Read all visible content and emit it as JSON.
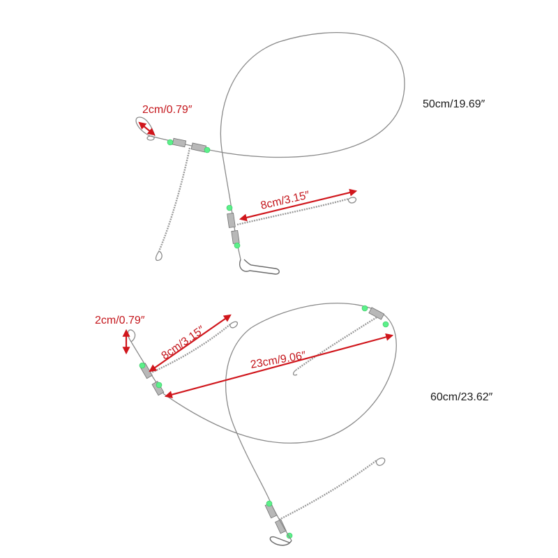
{
  "top_rig": {
    "loop_length_label": "2cm/0.79″",
    "branch_length_label": "8cm/3.15″",
    "total_length_label": "50cm/19.69″"
  },
  "bottom_rig": {
    "loop_length_label": "2cm/0.79″",
    "branch_length_label": "8cm/3.15″",
    "span_length_label": "23cm/9.06″",
    "total_length_label": "60cm/23.62″"
  },
  "colors": {
    "dimension_arrow": "#d0161c",
    "dimension_text": "#c4161c",
    "bead": "#5cf08a",
    "wire": "#8a8a8a"
  }
}
